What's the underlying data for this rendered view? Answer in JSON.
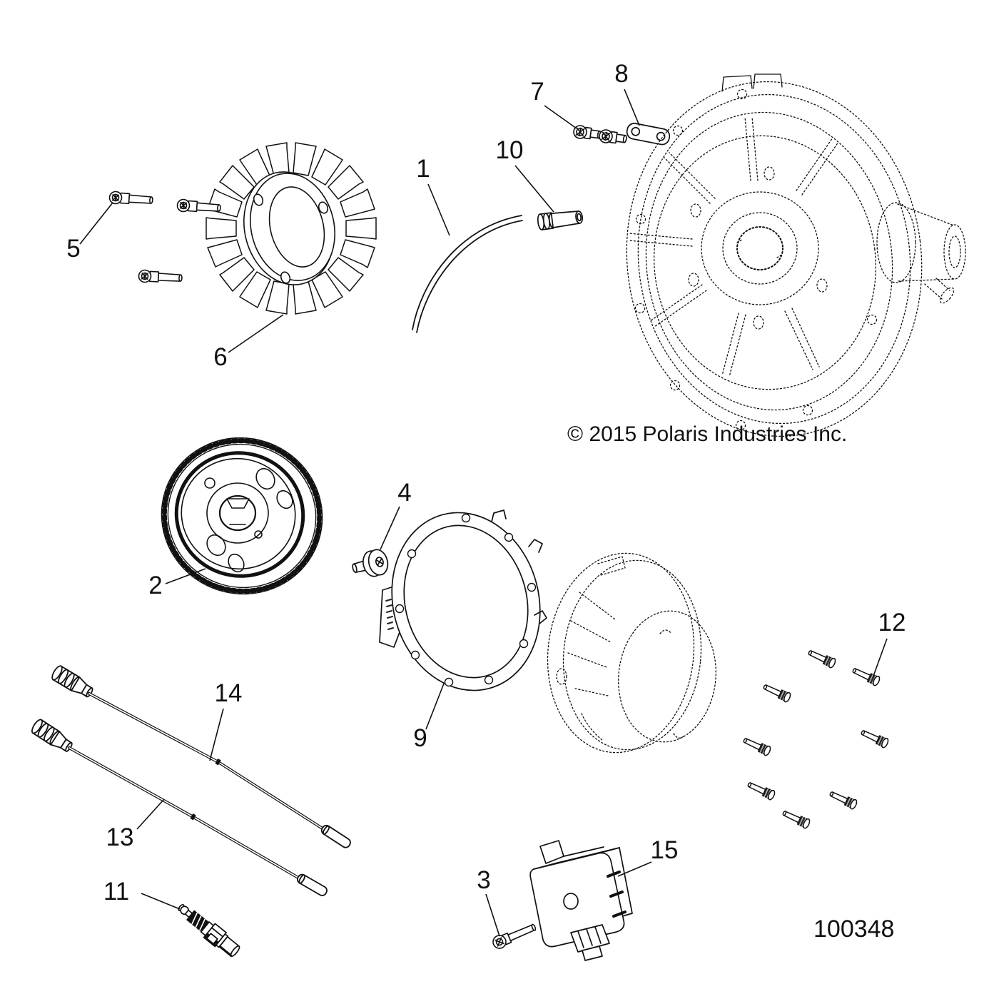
{
  "page": {
    "background": "#ffffff",
    "line_color": "#111111",
    "type": "exploded-parts-diagram"
  },
  "footer": {
    "copyright": "© 2015 Polaris Industries Inc.",
    "drawing_number": "100348"
  },
  "callouts": {
    "c1": {
      "label": "1"
    },
    "c2": {
      "label": "2"
    },
    "c3": {
      "label": "3"
    },
    "c4": {
      "label": "4"
    },
    "c5": {
      "label": "5"
    },
    "c6": {
      "label": "6"
    },
    "c7": {
      "label": "7"
    },
    "c8": {
      "label": "8"
    },
    "c9": {
      "label": "9"
    },
    "c10": {
      "label": "10"
    },
    "c11": {
      "label": "11"
    },
    "c12": {
      "label": "12"
    },
    "c13": {
      "label": "13"
    },
    "c14": {
      "label": "14"
    },
    "c15": {
      "label": "15"
    }
  }
}
